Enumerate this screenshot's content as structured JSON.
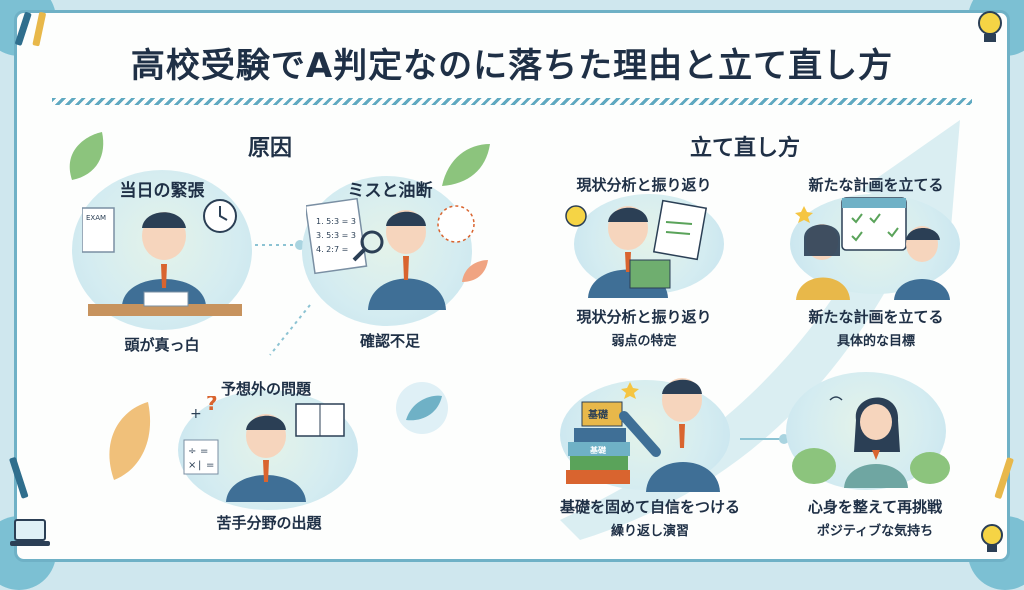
{
  "title": "高校受験でA判定なのに落ちた理由と立て直し方",
  "left": {
    "header": "原因",
    "cards": [
      {
        "title": "当日の緊張",
        "caption": "頭が真っ白"
      },
      {
        "title": "ミスと油断",
        "caption": "確認不足"
      },
      {
        "title": "予想外の問題",
        "caption": "苦手分野の出題"
      }
    ],
    "exam_sheet_text": "EXAM",
    "math_lines": [
      "1. 5:3 = 3",
      "3. 5:3 = 3",
      "4. 2:7 ="
    ],
    "math_symbols": [
      "+",
      "÷",
      "=",
      "×",
      "|",
      "="
    ]
  },
  "right": {
    "header": "立て直し方",
    "cards": [
      {
        "title": "現状分析と振り返り",
        "caption_title": "現状分析と振り返り",
        "caption": "弱点の特定"
      },
      {
        "title": "新たな計画を立てる",
        "caption_title": "新たな計画を立てる",
        "caption": "具体的な目標"
      },
      {
        "caption_title": "基礎を固めて自信をつける",
        "caption": "繰り返し演習"
      },
      {
        "caption_title": "心身を整えて再挑戦",
        "caption": "ポジティブな気持ち"
      }
    ],
    "book_labels": [
      "基礎",
      "基礎"
    ]
  },
  "colors": {
    "accent": "#6fb1c6",
    "text": "#1f3046",
    "uniform": "#3f6f96",
    "tie": "#d9642f"
  },
  "icons": [
    "pencil-icon",
    "lightbulb-icon",
    "laptop-icon",
    "pen-icon",
    "clock-icon",
    "magnifier-icon",
    "calendar-icon",
    "book-icon",
    "arrow-icon",
    "leaf-icon"
  ]
}
